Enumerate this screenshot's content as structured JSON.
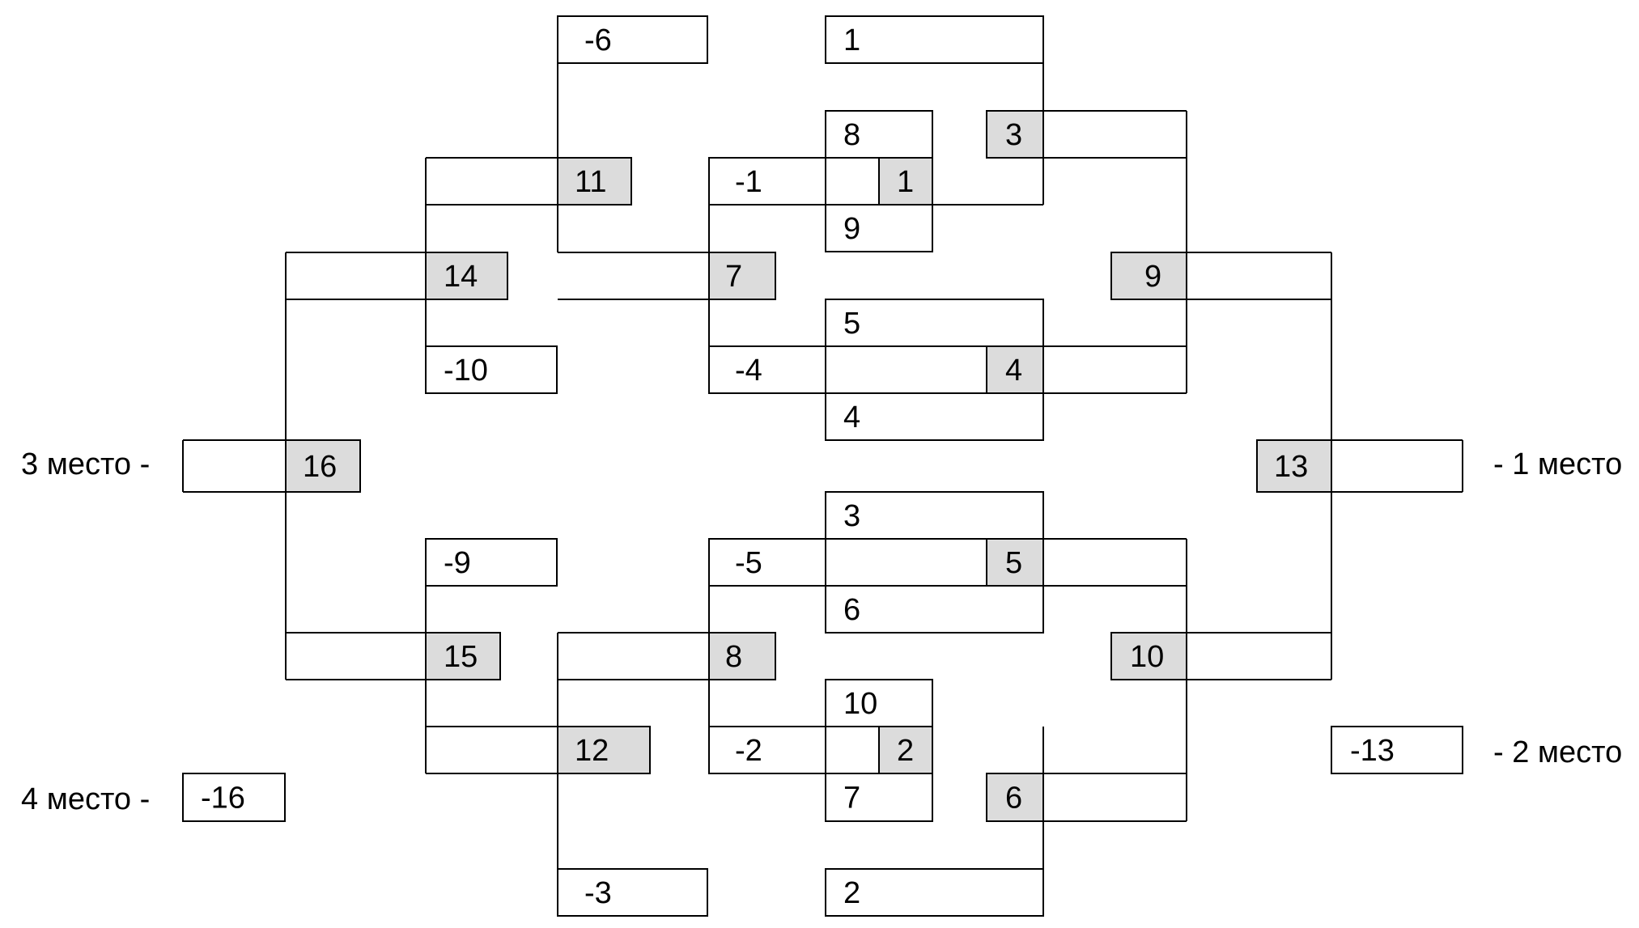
{
  "colors": {
    "line": "#000000",
    "box_fill": "#ffffff",
    "match_fill": "#dcdcdc",
    "text": "#000000"
  },
  "placements": {
    "third": "3 место -",
    "fourth": "4 место -",
    "first": "- 1 место",
    "second": "- 2 место"
  },
  "cells": [
    {
      "id": "c-minus6",
      "text": "-6",
      "match": false
    },
    {
      "id": "c-1top",
      "text": "1",
      "match": false
    },
    {
      "id": "c-8",
      "text": "8",
      "match": false
    },
    {
      "id": "c-3match",
      "text": "3",
      "match": true
    },
    {
      "id": "c-11match",
      "text": "11",
      "match": true
    },
    {
      "id": "c-minus1",
      "text": "-1",
      "match": false
    },
    {
      "id": "c-1match",
      "text": "1",
      "match": true
    },
    {
      "id": "c-9",
      "text": "9",
      "match": false
    },
    {
      "id": "c-14match",
      "text": "14",
      "match": true
    },
    {
      "id": "c-7match",
      "text": "7",
      "match": true
    },
    {
      "id": "c-9match",
      "text": "9",
      "match": true
    },
    {
      "id": "c-5",
      "text": "5",
      "match": false
    },
    {
      "id": "c-minus10",
      "text": "-10",
      "match": false
    },
    {
      "id": "c-minus4",
      "text": "-4",
      "match": false
    },
    {
      "id": "c-4match",
      "text": "4",
      "match": true
    },
    {
      "id": "c-4",
      "text": "4",
      "match": false
    },
    {
      "id": "c-16match",
      "text": "16",
      "match": true
    },
    {
      "id": "c-13match",
      "text": "13",
      "match": true
    },
    {
      "id": "c-3",
      "text": "3",
      "match": false
    },
    {
      "id": "c-minus9",
      "text": "-9",
      "match": false
    },
    {
      "id": "c-minus5",
      "text": "-5",
      "match": false
    },
    {
      "id": "c-5match",
      "text": "5",
      "match": true
    },
    {
      "id": "c-6",
      "text": "6",
      "match": false
    },
    {
      "id": "c-15match",
      "text": "15",
      "match": true
    },
    {
      "id": "c-8match",
      "text": "8",
      "match": true
    },
    {
      "id": "c-10match",
      "text": "10",
      "match": true
    },
    {
      "id": "c-10",
      "text": "10",
      "match": false
    },
    {
      "id": "c-12match",
      "text": "12",
      "match": true
    },
    {
      "id": "c-minus2",
      "text": "-2",
      "match": false
    },
    {
      "id": "c-2match",
      "text": "2",
      "match": true
    },
    {
      "id": "c-minus13",
      "text": "-13",
      "match": false
    },
    {
      "id": "c-minus16",
      "text": "-16",
      "match": false
    },
    {
      "id": "c-7",
      "text": "7",
      "match": false
    },
    {
      "id": "c-6match",
      "text": "6",
      "match": true
    },
    {
      "id": "c-minus3",
      "text": "-3",
      "match": false
    },
    {
      "id": "c-2",
      "text": "2",
      "match": false
    }
  ]
}
